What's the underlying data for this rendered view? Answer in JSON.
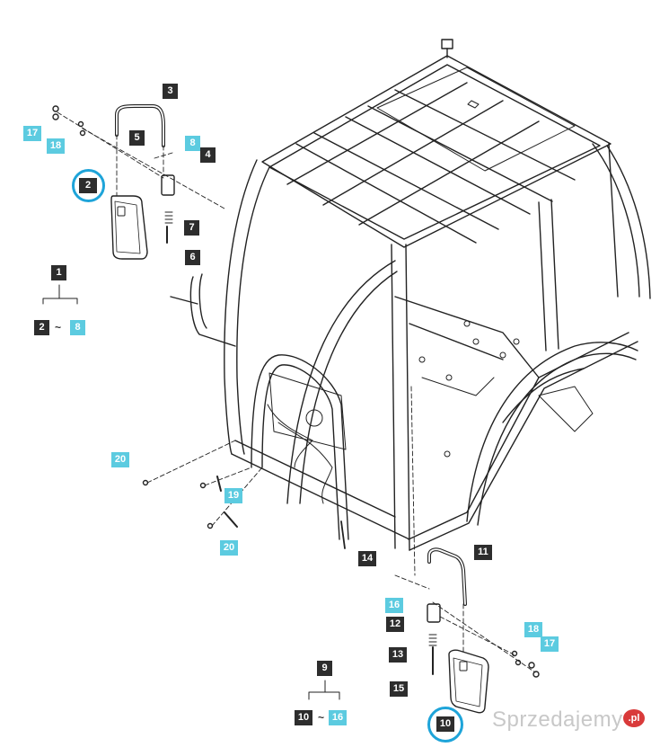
{
  "callouts": {
    "l1": "1",
    "l2": "2",
    "l2b": "2",
    "l3": "3",
    "l4": "4",
    "l5": "5",
    "l6": "6",
    "l7": "7",
    "l8": "8",
    "l8b": "8",
    "l9": "9",
    "l10": "10",
    "l10b": "10",
    "l11": "11",
    "l12": "12",
    "l13": "13",
    "l14": "14",
    "l15": "15",
    "l16": "16",
    "l16b": "16",
    "l17": "17",
    "l17b": "17",
    "l18": "18",
    "l18b": "18",
    "l19": "19",
    "l20": "20",
    "l20b": "20"
  },
  "range_separator": "~",
  "colors": {
    "label_dark": "#2d2d2d",
    "label_cyan": "#5ccbe0",
    "highlight_ring": "#1ea4d9",
    "line_art": "#222222"
  },
  "watermark": {
    "text": "Sprzedajemy",
    "badge": ".pl"
  }
}
